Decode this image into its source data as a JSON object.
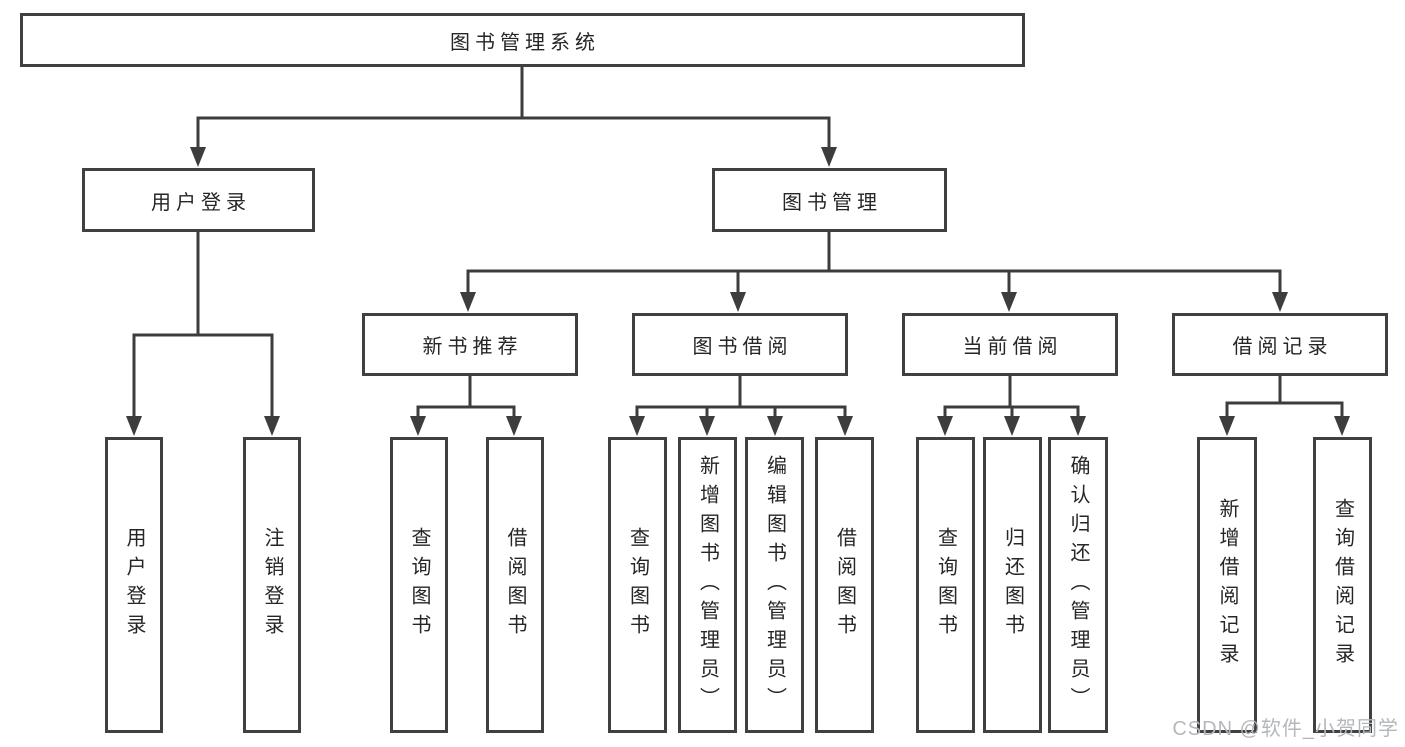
{
  "diagram_type": "functional-structure-tree",
  "colors": {
    "line": "#3d3d3d",
    "box_border": "#404040",
    "box_fill": "#ffffff",
    "text": "#262626",
    "watermark": "#b4b7bb",
    "background": "#ffffff"
  },
  "root": {
    "label": "图书管理系统"
  },
  "branches": [
    {
      "label": "用户登录",
      "children": [
        {
          "label": "用户登录"
        },
        {
          "label": "注销登录"
        }
      ]
    },
    {
      "label": "图书管理",
      "children": [
        {
          "label": "新书推荐",
          "children": [
            {
              "label": "查询图书"
            },
            {
              "label": "借阅图书"
            }
          ]
        },
        {
          "label": "图书借阅",
          "children": [
            {
              "label": "查询图书"
            },
            {
              "label": "新增图书（管理员）"
            },
            {
              "label": "编辑图书（管理员）"
            },
            {
              "label": "借阅图书"
            }
          ]
        },
        {
          "label": "当前借阅",
          "children": [
            {
              "label": "查询图书"
            },
            {
              "label": "归还图书"
            },
            {
              "label": "确认归还（管理员）"
            }
          ]
        },
        {
          "label": "借阅记录",
          "children": [
            {
              "label": "新增借阅记录"
            },
            {
              "label": "查询借阅记录"
            }
          ]
        }
      ]
    }
  ],
  "watermark": "CSDN @软件_小贺同学"
}
